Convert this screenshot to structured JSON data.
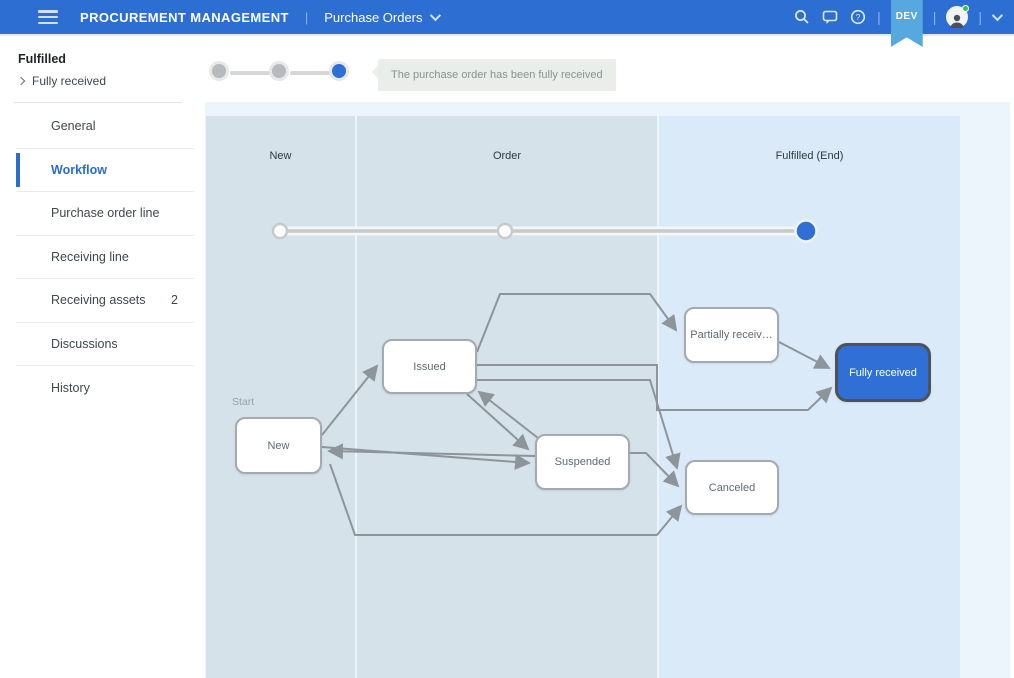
{
  "top_bar": {
    "app_title": "PROCUREMENT MANAGEMENT",
    "separator": "|",
    "nav_dropdown": "Purchase Orders",
    "dev_badge": "DEV"
  },
  "sidebar": {
    "status_title": "Fulfilled",
    "status_subtitle": "Fully received",
    "items": [
      {
        "label": "General"
      },
      {
        "label": "Workflow",
        "active": true
      },
      {
        "label": "Purchase order line"
      },
      {
        "label": "Receiving line"
      },
      {
        "label": "Receiving assets",
        "badge": "2"
      },
      {
        "label": "Discussions"
      },
      {
        "label": "History"
      }
    ]
  },
  "stepper": {
    "steps": [
      "done",
      "done",
      "current"
    ],
    "tooltip": "The purchase order has been fully received"
  },
  "workflow": {
    "lanes": [
      {
        "label": "New"
      },
      {
        "label": "Order"
      },
      {
        "label": "Fulfilled (End)"
      }
    ],
    "start_label": "Start",
    "nodes": [
      {
        "label": "New"
      },
      {
        "label": "Issued"
      },
      {
        "label": "Suspended"
      },
      {
        "label": "Partially receiv…"
      },
      {
        "label": "Canceled"
      },
      {
        "label": "Fully received",
        "active": true
      }
    ],
    "edges": [
      "New→Issued",
      "New→Suspended",
      "New→Canceled",
      "Issued→Suspended",
      "Suspended→Issued",
      "Suspended→New",
      "Issued→Partially received",
      "Issued→Fully received",
      "Issued→Canceled",
      "Suspended→Canceled",
      "Partially received→Fully received"
    ]
  },
  "colors": {
    "topbar_blue": "#2d6ed3",
    "dev_ribbon_blue": "#58a8e0",
    "active_blue": "#2f6fd6",
    "lane_gray_blue": "#d5e2ea",
    "lane_highlight_blue": "#daeaf8",
    "edge_gray": "#8d959b",
    "status_dot_green": "#35c24a"
  }
}
